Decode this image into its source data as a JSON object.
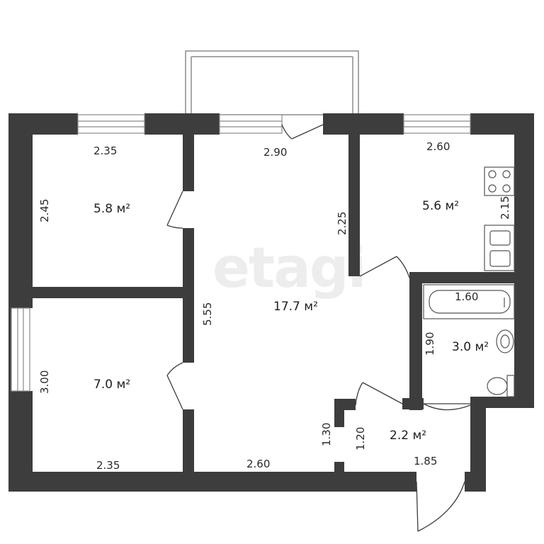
{
  "watermark": "etagi",
  "colors": {
    "wall": "#3d3d3d",
    "fixture_stroke": "#555555",
    "window_stroke": "#8a8a8a"
  },
  "rooms": [
    {
      "id": "room-top-left",
      "area": "5.8 м²",
      "width": "2.35",
      "height": "2.45"
    },
    {
      "id": "living-room",
      "area": "17.7 м²",
      "width": "2.90",
      "length": "5.55",
      "side": "2.25",
      "bottom": "2.60"
    },
    {
      "id": "kitchen",
      "area": "5.6 м²",
      "width": "2.60",
      "height": "2.15"
    },
    {
      "id": "room-bottom-left",
      "area": "7.0 м²",
      "width": "2.35",
      "height": "3.00"
    },
    {
      "id": "bathroom",
      "area": "3.0 м²",
      "width": "1.60",
      "height": "1.90"
    },
    {
      "id": "hallway",
      "area": "2.2 м²",
      "width": "1.85",
      "height": "1.20",
      "side": "1.30"
    }
  ],
  "fixtures": [
    "stove-icon",
    "sink-icon",
    "bathtub-icon",
    "washbasin-icon",
    "toilet-icon"
  ]
}
